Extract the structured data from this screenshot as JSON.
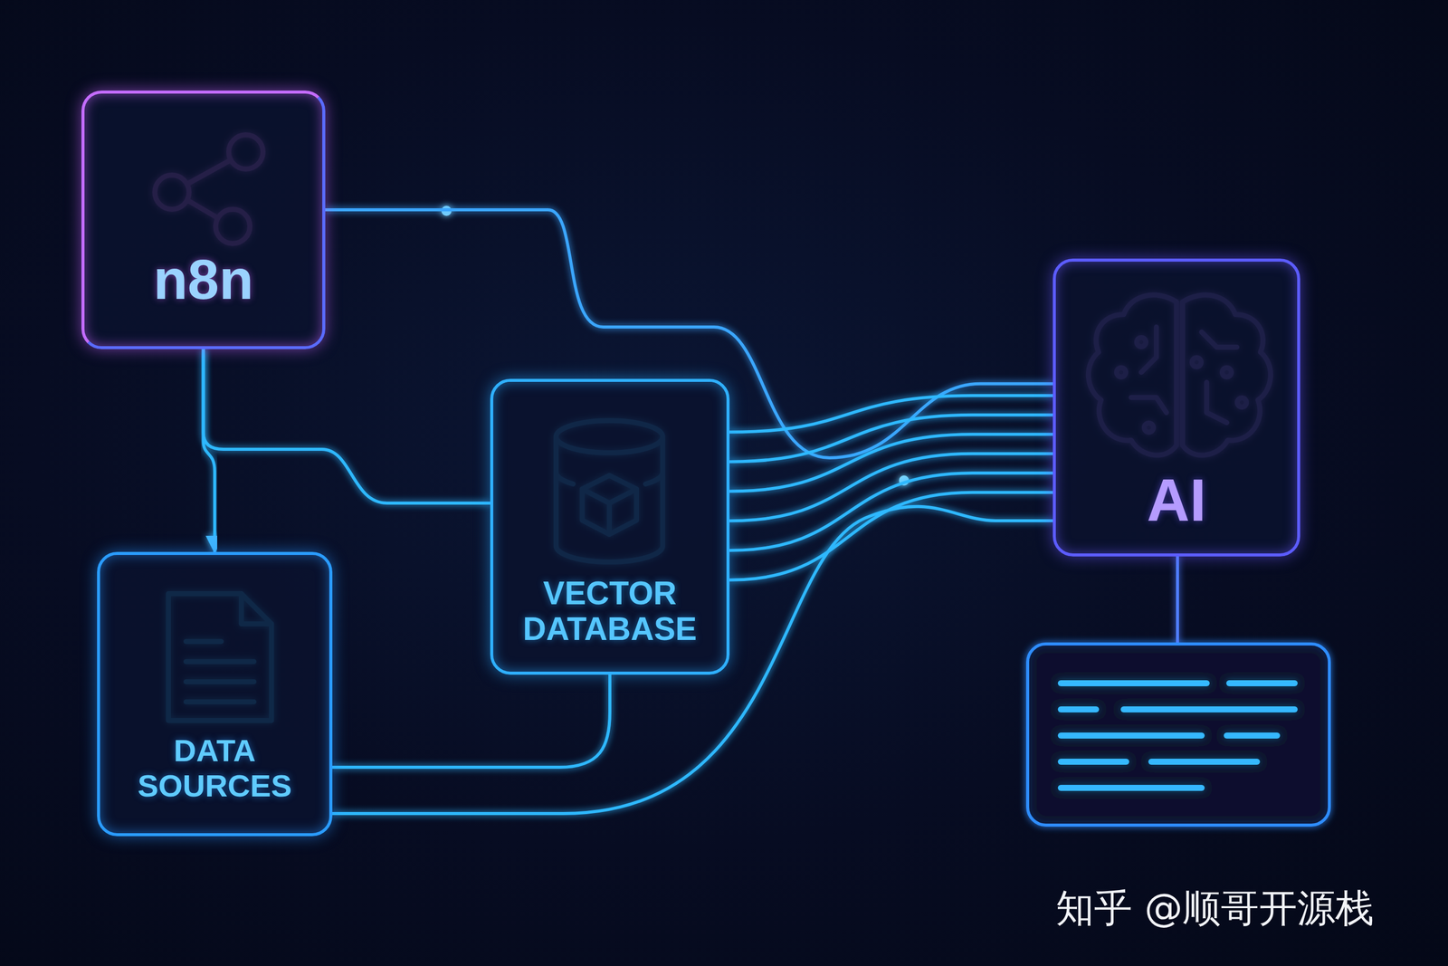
{
  "diagram": {
    "nodes": [
      {
        "text": [
          "n8n"
        ]
      },
      {
        "text": [
          "DATA SOURCES"
        ]
      },
      {
        "text": [
          "VECTOR DATABASE"
        ]
      },
      {
        "text": [
          "AI"
        ]
      }
    ],
    "edges": [
      {
        "from": 0,
        "to": 1,
        "arrow": "to"
      },
      {
        "from": 0,
        "to": 2,
        "arrow": "none"
      },
      {
        "from": 0,
        "to": 3,
        "arrow": "none"
      },
      {
        "from": 2,
        "to": 3,
        "arrow": "none"
      },
      {
        "from": 1,
        "to": 2,
        "arrow": "none"
      },
      {
        "from": 1,
        "to": 3,
        "arrow": "none"
      }
    ],
    "labels": [
      "知乎 @顺哥开源栈"
    ]
  }
}
